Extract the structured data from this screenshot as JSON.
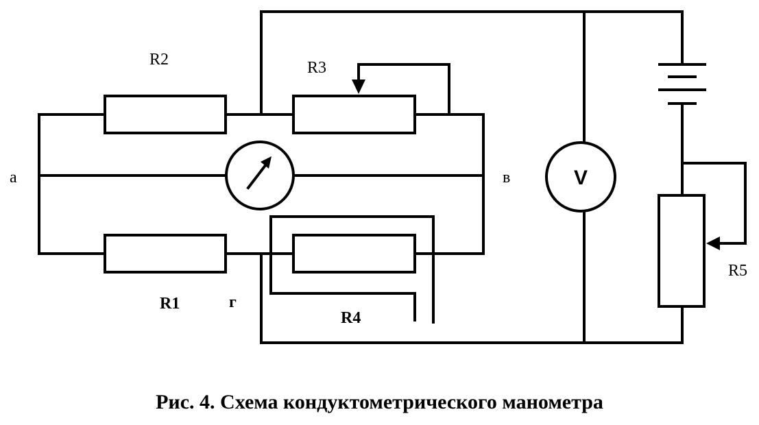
{
  "labels": {
    "r1": "R1",
    "r2": "R2",
    "r3": "R3",
    "r4": "R4",
    "r5": "R5",
    "node_a": "а",
    "node_v": "в",
    "node_g": "г",
    "voltmeter": "V"
  },
  "caption": "Рис. 4. Схема кондуктометрического манометра"
}
